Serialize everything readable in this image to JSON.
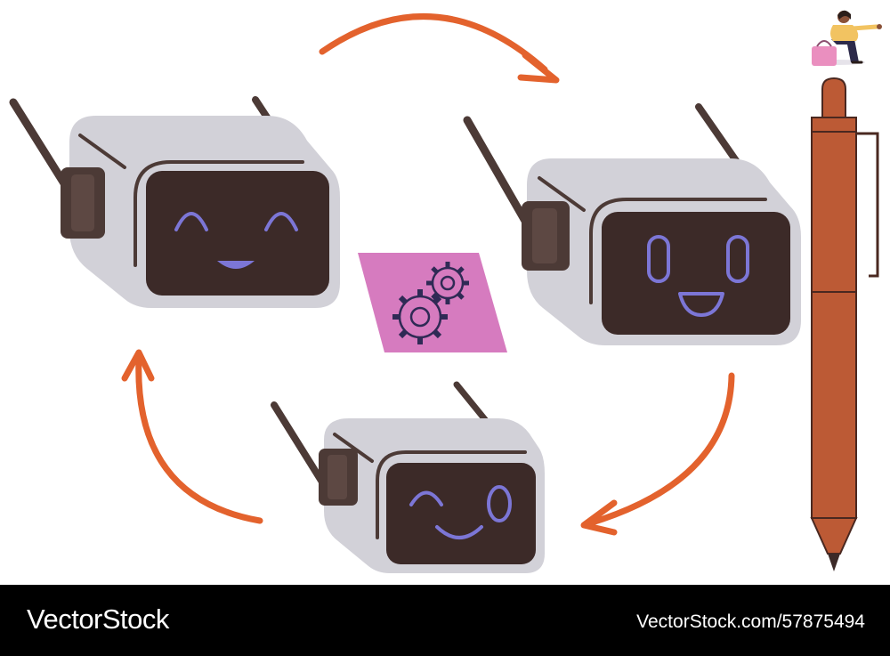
{
  "footer": {
    "brand": "VectorStock",
    "stock_id": "VectorStock.com/57875494"
  },
  "palette": {
    "robot_body": "#d2d1d8",
    "robot_face": "#3c2a28",
    "antenna": "#4c3a36",
    "face_lines": "#7c76d6",
    "arrow": "#e3622d",
    "gear_card": "#d67bbf",
    "pen": "#bc5a35",
    "pen_outline": "#4a2820"
  },
  "illustration": {
    "robots": [
      {
        "expression": "smiling-closed-eyes"
      },
      {
        "expression": "open-mouth-smile"
      },
      {
        "expression": "winking"
      }
    ],
    "arrows": [
      "arrow-top",
      "arrow-right",
      "arrow-left"
    ],
    "center_card": "gears-icon",
    "side_object": "pen",
    "person": "sitting-person-pointing"
  }
}
